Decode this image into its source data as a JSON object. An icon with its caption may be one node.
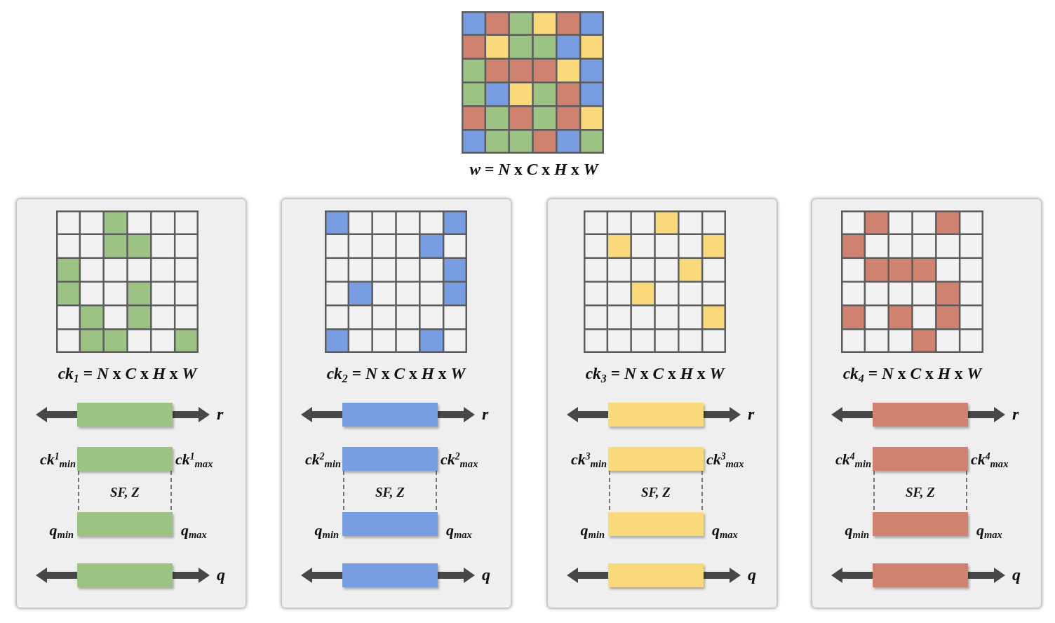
{
  "diagram": {
    "nodes": [
      {
        "text": [
          "*ck*$_{1}$ = *N* x *C* x *H* x *W*",
          "r",
          "SF, Z",
          "q"
        ]
      },
      {
        "text": [],
        "shape": "bar",
        "in": 0
      },
      {
        "text": [],
        "shape": "bar",
        "in": 0,
        "beside": [
          "ck$^{1}$$_{min}$",
          "ck$^{1}$$_{max}$"
        ]
      },
      {
        "text": [],
        "shape": "bar",
        "in": 0,
        "beside": [
          "q$_{min}$",
          "q$_{max}$"
        ]
      },
      {
        "text": [],
        "shape": "bar",
        "in": 0
      },
      {
        "text": [
          "*ck*$_{2}$ = *N* x *C* x *H* x *W*",
          "r",
          "SF, Z",
          "q"
        ]
      },
      {
        "text": [],
        "shape": "bar",
        "in": 5
      },
      {
        "text": [],
        "shape": "bar",
        "in": 5,
        "beside": [
          "ck$^{2}$$_{min}$",
          "ck$^{2}$$_{max}$"
        ]
      },
      {
        "text": [],
        "shape": "bar",
        "in": 5,
        "beside": [
          "q$_{min}$",
          "q$_{max}$"
        ]
      },
      {
        "text": [],
        "shape": "bar",
        "in": 5
      },
      {
        "text": [
          "*ck*$_{3}$ = *N* x *C* x *H* x *W*",
          "r",
          "SF, Z",
          "q"
        ]
      },
      {
        "text": [],
        "shape": "bar",
        "in": 10
      },
      {
        "text": [],
        "shape": "bar",
        "in": 10,
        "beside": [
          "ck$^{3}$$_{min}$",
          "ck$^{3}$$_{max}$"
        ]
      },
      {
        "text": [],
        "shape": "bar",
        "in": 10,
        "beside": [
          "q$_{min}$",
          "q$_{max}$"
        ]
      },
      {
        "text": [],
        "shape": "bar",
        "in": 10
      },
      {
        "text": [
          "*ck*$_{4}$ = *N* x *C* x *H* x *W*",
          "r",
          "SF, Z",
          "q"
        ]
      },
      {
        "text": [],
        "shape": "bar",
        "in": 15
      },
      {
        "text": [],
        "shape": "bar",
        "in": 15,
        "beside": [
          "ck$^{4}$$_{min}$",
          "ck$^{4}$$_{max}$"
        ]
      },
      {
        "text": [],
        "shape": "bar",
        "in": 15,
        "beside": [
          "q$_{min}$",
          "q$_{max}$"
        ]
      },
      {
        "text": [],
        "shape": "bar",
        "in": 15
      }
    ],
    "edges": [
      {
        "from": 2,
        "to": 3,
        "arrow": "none",
        "style": "dashed"
      },
      {
        "from": 2,
        "to": 3,
        "arrow": "none",
        "style": "dashed"
      },
      {
        "from": 7,
        "to": 8,
        "arrow": "none",
        "style": "dashed"
      },
      {
        "from": 7,
        "to": 8,
        "arrow": "none",
        "style": "dashed"
      },
      {
        "from": 12,
        "to": 13,
        "arrow": "none",
        "style": "dashed"
      },
      {
        "from": 12,
        "to": 13,
        "arrow": "none",
        "style": "dashed"
      },
      {
        "from": 17,
        "to": 18,
        "arrow": "none",
        "style": "dashed"
      },
      {
        "from": 17,
        "to": 18,
        "arrow": "none",
        "style": "dashed"
      }
    ],
    "labels": [
      "*w* = *N* x *C* x *H* x *W*"
    ]
  }
}
